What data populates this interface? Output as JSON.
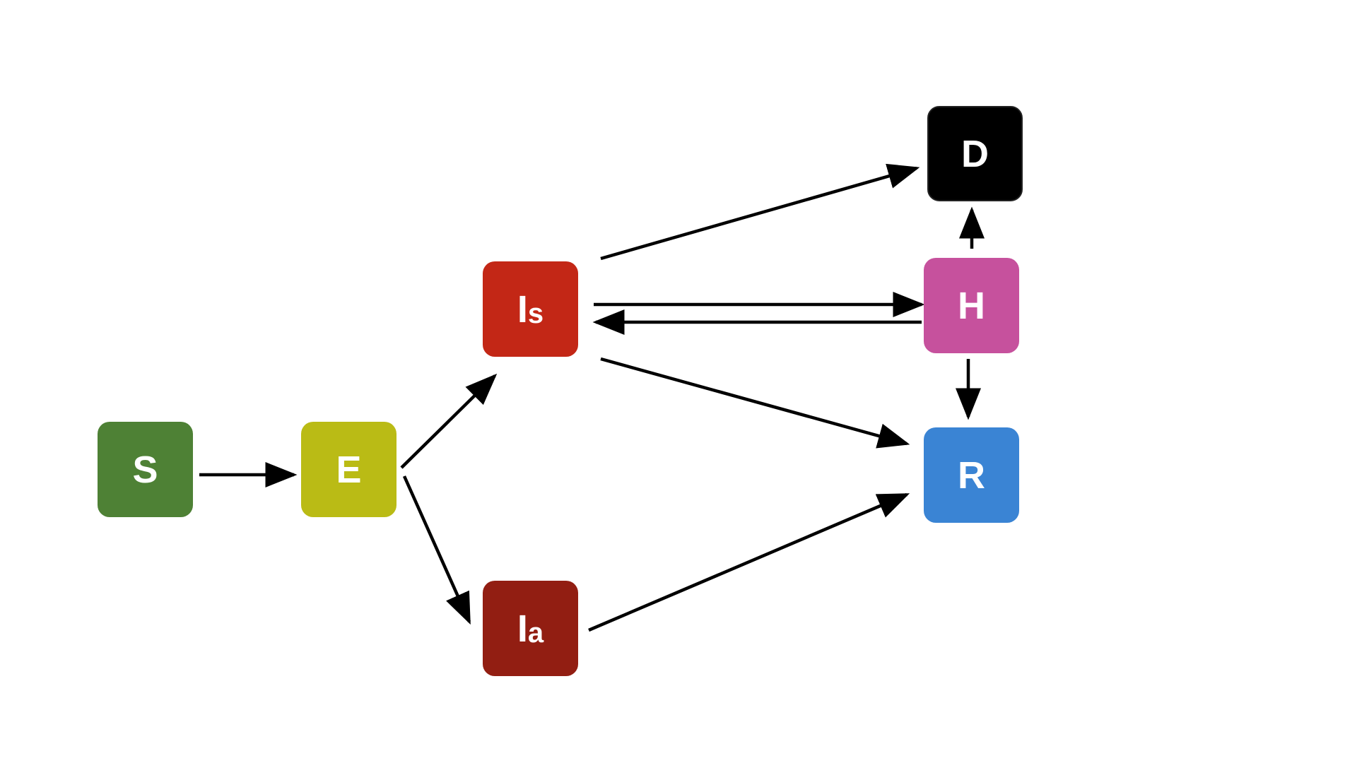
{
  "nodes": [
    {
      "id": "S",
      "main": "S",
      "sub": "",
      "color": "#4E8135"
    },
    {
      "id": "E",
      "main": "E",
      "sub": "",
      "color": "#BABB15"
    },
    {
      "id": "Is",
      "main": "I",
      "sub": "s",
      "color": "#C32716"
    },
    {
      "id": "Ia",
      "main": "I",
      "sub": "a",
      "color": "#921E12"
    },
    {
      "id": "D",
      "main": "D",
      "sub": "",
      "color": "#000000"
    },
    {
      "id": "H",
      "main": "H",
      "sub": "",
      "color": "#C6519D"
    },
    {
      "id": "R",
      "main": "R",
      "sub": "",
      "color": "#3A84D4"
    }
  ],
  "edges": [
    {
      "from": "S",
      "to": "E"
    },
    {
      "from": "E",
      "to": "Is"
    },
    {
      "from": "E",
      "to": "Ia"
    },
    {
      "from": "Is",
      "to": "D"
    },
    {
      "from": "Is",
      "to": "H"
    },
    {
      "from": "H",
      "to": "Is"
    },
    {
      "from": "Is",
      "to": "R"
    },
    {
      "from": "H",
      "to": "D"
    },
    {
      "from": "H",
      "to": "R"
    },
    {
      "from": "Ia",
      "to": "R"
    }
  ],
  "edge_color": "#000000"
}
